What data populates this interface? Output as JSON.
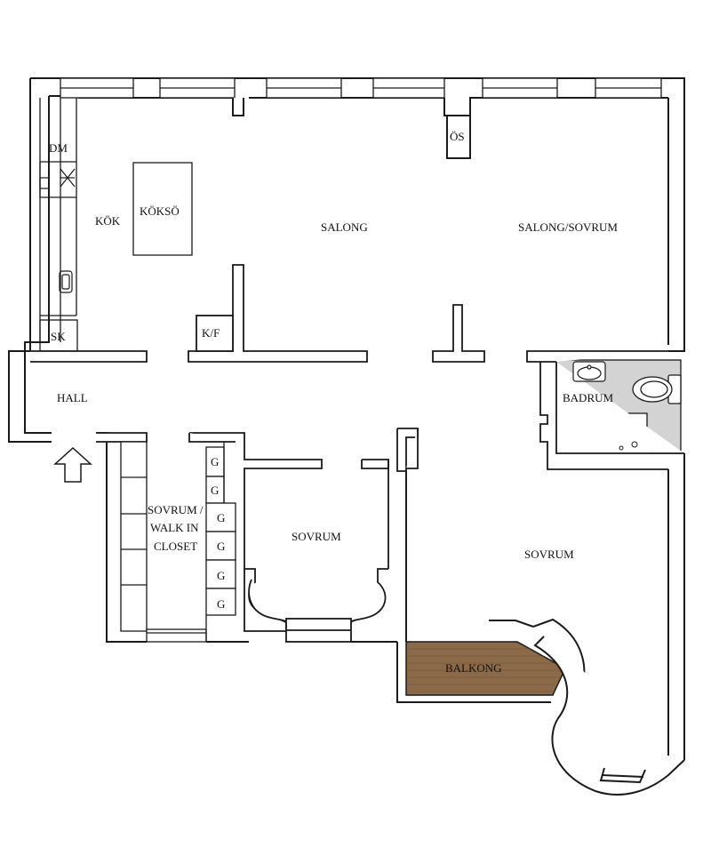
{
  "rooms": {
    "dm": "DM",
    "kok": "KÖK",
    "koksö": "KÖKSÖ",
    "salong": "SALONG",
    "os": "ÖS",
    "salong_sovrum": "SALONG/SOVRUM",
    "sk": "SK",
    "kf": "K/F",
    "hall": "HALL",
    "badrum": "BADRUM",
    "walk_in_1": "SOVRUM /",
    "walk_in_2": "WALK IN",
    "walk_in_3": "CLOSET",
    "sovrum_mid": "SOVRUM",
    "sovrum_right": "SOVRUM",
    "balkong": "BALKONG"
  },
  "wardrobes": [
    "G",
    "G",
    "G",
    "G",
    "G",
    "G"
  ],
  "colors": {
    "wall_stroke": "#1a1a1a",
    "bathroom_fill": "#d3d3d3",
    "balcony_fill": "#8b6a4a",
    "background": "#ffffff"
  },
  "icons": [
    "entrance-arrow-icon",
    "toilet-icon",
    "sink-icon",
    "stove-icon",
    "shower-icon"
  ]
}
